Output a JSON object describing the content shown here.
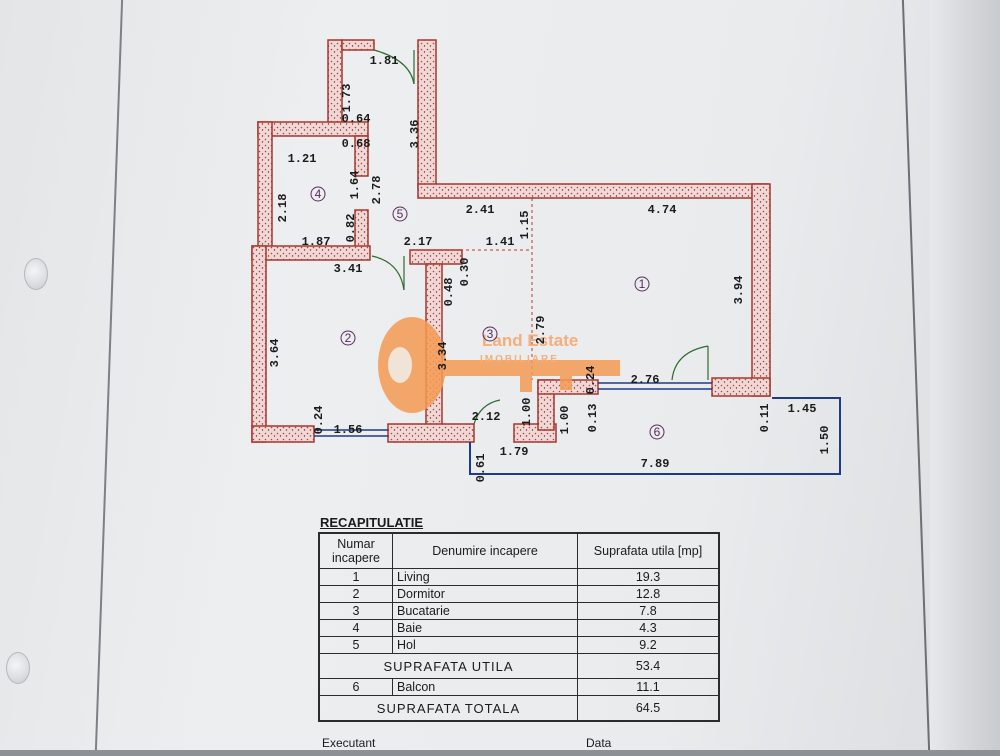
{
  "watermark": {
    "text": "Land Estate",
    "subtext": "IMOBILIARE",
    "accent": "#f59a52"
  },
  "plan": {
    "rooms": [
      "1",
      "2",
      "3",
      "4",
      "5",
      "6"
    ],
    "dimensions": [
      "1.81",
      "1.73",
      "3.36",
      "0.64",
      "0.68",
      "1.21",
      "1.64",
      "2.78",
      "2.18",
      "0.82",
      "1.87",
      "2.17",
      "1.41",
      "1.15",
      "2.41",
      "4.74",
      "3.41",
      "0.30",
      "0.48",
      "3.94",
      "3.64",
      "3.34",
      "2.79",
      "0.24",
      "1.56",
      "2.12",
      "1.00",
      "1.00",
      "0.13",
      "0.24",
      "2.76",
      "0.11",
      "1.45",
      "1.50",
      "0.61",
      "1.79",
      "7.89"
    ]
  },
  "table": {
    "title": "RECAPITULATIE",
    "headers": {
      "col1": "Numar incapere",
      "col2": "Denumire incapere",
      "col3": "Suprafata utila [mp]"
    },
    "rows": [
      {
        "nr": "1",
        "name": "Living",
        "area": "19.3"
      },
      {
        "nr": "2",
        "name": "Dormitor",
        "area": "12.8"
      },
      {
        "nr": "3",
        "name": "Bucatarie",
        "area": "7.8"
      },
      {
        "nr": "4",
        "name": "Baie",
        "area": "4.3"
      },
      {
        "nr": "5",
        "name": "Hol",
        "area": "9.2"
      }
    ],
    "subtotal_label": "SUPRAFATA UTILA",
    "subtotal_value": "53.4",
    "balcony": {
      "nr": "6",
      "name": "Balcon",
      "area": "11.1"
    },
    "total_label": "SUPRAFATA TOTALA",
    "total_value": "64.5"
  },
  "footer": {
    "executant": "Executant",
    "data": "Data"
  }
}
